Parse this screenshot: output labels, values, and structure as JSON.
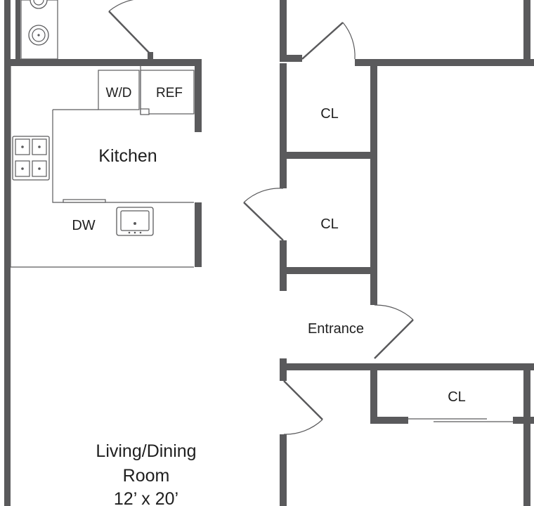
{
  "rooms": {
    "wd": "W/D",
    "ref": "REF",
    "kitchen": "Kitchen",
    "dw": "DW",
    "closet_upper": "CL",
    "closet_middle": "CL",
    "closet_lower": "CL",
    "entrance": "Entrance",
    "living_line1": "Living/Dining",
    "living_line2": "Room",
    "living_dims": "12’ x 20’"
  }
}
